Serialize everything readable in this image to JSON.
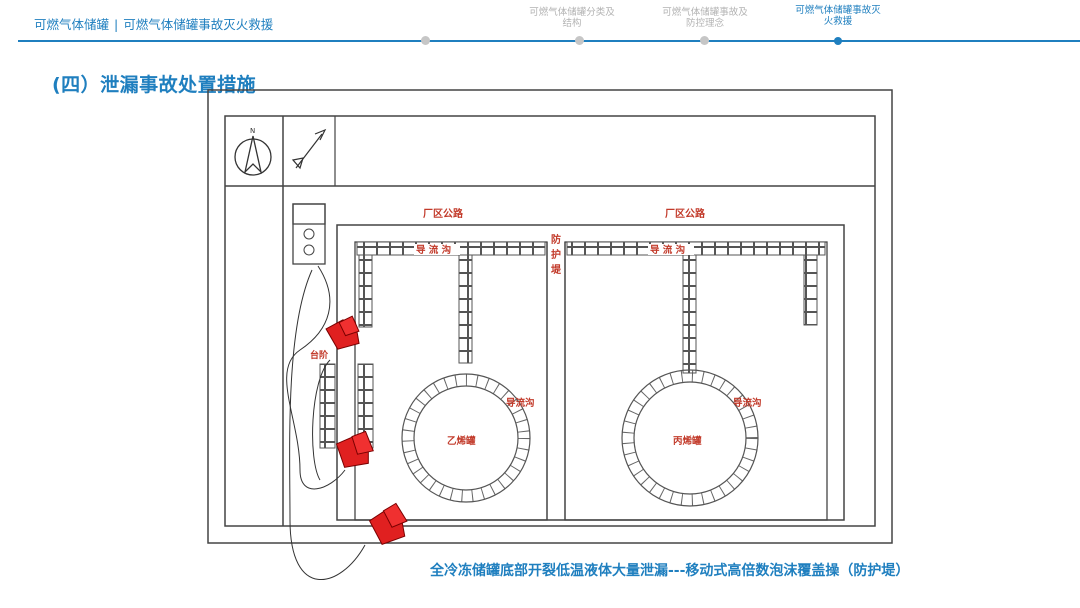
{
  "header": {
    "section": "可燃气体储罐",
    "separator": "|",
    "chapter": "可燃气体储罐事故灭火救援",
    "steps": [
      {
        "label": "可燃气体储罐分类及结构",
        "state": "inactive"
      },
      {
        "label": "可燃气体储罐事故及防控理念",
        "state": "inactive"
      },
      {
        "label": "可燃气体储罐事故灭火救援",
        "state": "active"
      }
    ]
  },
  "section_title": "(四）泄漏事故处置措施",
  "diagram": {
    "compass_letter": "N",
    "road_left": "厂区公路",
    "road_right": "厂区公路",
    "dike_label": [
      "防",
      "护",
      "堤"
    ],
    "channel_top_left": "导 流 沟",
    "channel_top_right": "导 流 沟",
    "channel_ring_left": "导流沟",
    "channel_ring_right": "导流沟",
    "tank_left": "乙烯罐",
    "tank_right": "丙烯罐",
    "platform": "台阶"
  },
  "caption": "全冷冻储罐底部开裂低温液体大量泄漏---移动式高倍数泡沫覆盖操（防护堤）",
  "colors": {
    "accent": "#1f7fbf",
    "label_red": "#c23a2a",
    "truck_red": "#e02020"
  }
}
